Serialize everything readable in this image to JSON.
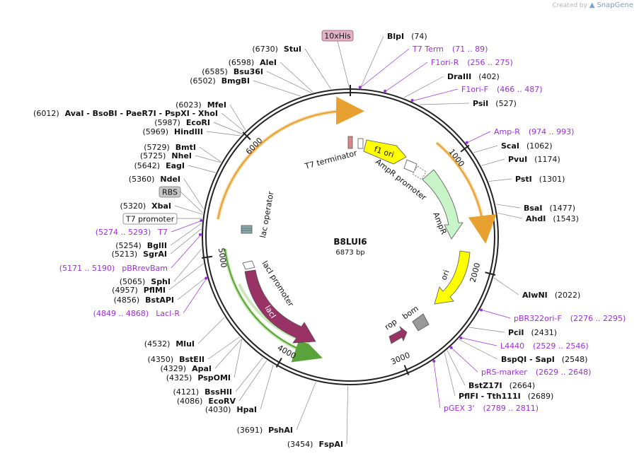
{
  "credit": {
    "prefix": "Created by",
    "brand": "SnapGene"
  },
  "plasmid": {
    "name": "B8LUI6",
    "size_label": "6873 bp",
    "length": 6873
  },
  "ticks": [
    "1000",
    "2000",
    "3000",
    "4000",
    "5000",
    "6000"
  ],
  "enzymes": [
    {
      "name": "BlpI",
      "pos": "(74)"
    },
    {
      "name": "DraIII",
      "pos": "(402)"
    },
    {
      "name": "PsiI",
      "pos": "(527)"
    },
    {
      "name": "ScaI",
      "pos": "(1062)"
    },
    {
      "name": "PvuI",
      "pos": "(1174)"
    },
    {
      "name": "PstI",
      "pos": "(1301)"
    },
    {
      "name": "BsaI",
      "pos": "(1477)"
    },
    {
      "name": "AhdI",
      "pos": "(1543)"
    },
    {
      "name": "AlwNI",
      "pos": "(2022)"
    },
    {
      "name": "PciI",
      "pos": "(2431)"
    },
    {
      "name": "BspQI - SapI",
      "pos": "(2548)"
    },
    {
      "name": "BstZ17I",
      "pos": "(2664)"
    },
    {
      "name": "PflFI - Tth111I",
      "pos": "(2689)"
    },
    {
      "name": "FspAI",
      "pos": "(3454)"
    },
    {
      "name": "PshAI",
      "pos": "(3691)"
    },
    {
      "name": "HpaI",
      "pos": "(4030)"
    },
    {
      "name": "EcoRV",
      "pos": "(4086)"
    },
    {
      "name": "BssHII",
      "pos": "(4121)"
    },
    {
      "name": "PspOMI",
      "pos": "(4325)"
    },
    {
      "name": "ApaI",
      "pos": "(4329)"
    },
    {
      "name": "BstEII",
      "pos": "(4350)"
    },
    {
      "name": "MluI",
      "pos": "(4532)"
    },
    {
      "name": "BstAPI",
      "pos": "(4856)"
    },
    {
      "name": "PflMI",
      "pos": "(4957)"
    },
    {
      "name": "SphI",
      "pos": "(5065)"
    },
    {
      "name": "SgrAI",
      "pos": "(5213)"
    },
    {
      "name": "BglII",
      "pos": "(5254)"
    },
    {
      "name": "XbaI",
      "pos": "(5320)"
    },
    {
      "name": "NdeI",
      "pos": "(5360)"
    },
    {
      "name": "EagI",
      "pos": "(5642)"
    },
    {
      "name": "NheI",
      "pos": "(5725)"
    },
    {
      "name": "BmtI",
      "pos": "(5729)"
    },
    {
      "name": "HindIII",
      "pos": "(5969)"
    },
    {
      "name": "EcoRI",
      "pos": "(5987)"
    },
    {
      "name": "AvaI - BsoBI - PaeR7I - PspXI - XhoI",
      "pos": "(6012)"
    },
    {
      "name": "MfeI",
      "pos": "(6023)"
    },
    {
      "name": "BmgBI",
      "pos": "(6502)"
    },
    {
      "name": "Bsu36I",
      "pos": "(6585)"
    },
    {
      "name": "AleI",
      "pos": "(6598)"
    },
    {
      "name": "StuI",
      "pos": "(6730)"
    }
  ],
  "primers": [
    {
      "name": "T7 Term",
      "range": "(71 .. 89)"
    },
    {
      "name": "F1ori-R",
      "range": "(256 .. 275)"
    },
    {
      "name": "F1ori-F",
      "range": "(466 .. 487)"
    },
    {
      "name": "Amp-R",
      "range": "(974 .. 993)"
    },
    {
      "name": "pBR322ori-F",
      "range": "(2276 .. 2295)"
    },
    {
      "name": "L4440",
      "range": "(2529 .. 2546)"
    },
    {
      "name": "pRS-marker",
      "range": "(2629 .. 2648)"
    },
    {
      "name": "pGEX 3'",
      "range": "(2789 .. 2811)"
    },
    {
      "name": "LacI-R",
      "range": "(4849 .. 4868)"
    },
    {
      "name": "pBRrevBam",
      "range": "(5171 .. 5190)"
    },
    {
      "name": "T7",
      "range": "(5274 .. 5293)"
    }
  ],
  "boxed_labels": [
    "10xHis",
    "RBS",
    "T7 promoter"
  ],
  "features": {
    "t7_terminator": "T7 terminator",
    "f1_ori": "f1 ori",
    "ampr_promoter": "AmpR promoter",
    "ampr": "AmpR",
    "ori": "ori",
    "rop": "rop",
    "bom": "bom",
    "laci": "lacI",
    "laci_promoter": "lacI promoter",
    "lac_operator": "lac operator"
  },
  "colors": {
    "primer": "#9b30d9",
    "orange_arc": "#e8a030",
    "green_arc": "#5aa23a",
    "f1_ori": "#ffff00",
    "ori": "#ffff00",
    "ampr": "#c8f5c8",
    "laci": "#993366",
    "rop": "#993366",
    "bom": "#999999",
    "his_box": "#e0b4c4",
    "rbs_box": "#c8c8c8"
  }
}
